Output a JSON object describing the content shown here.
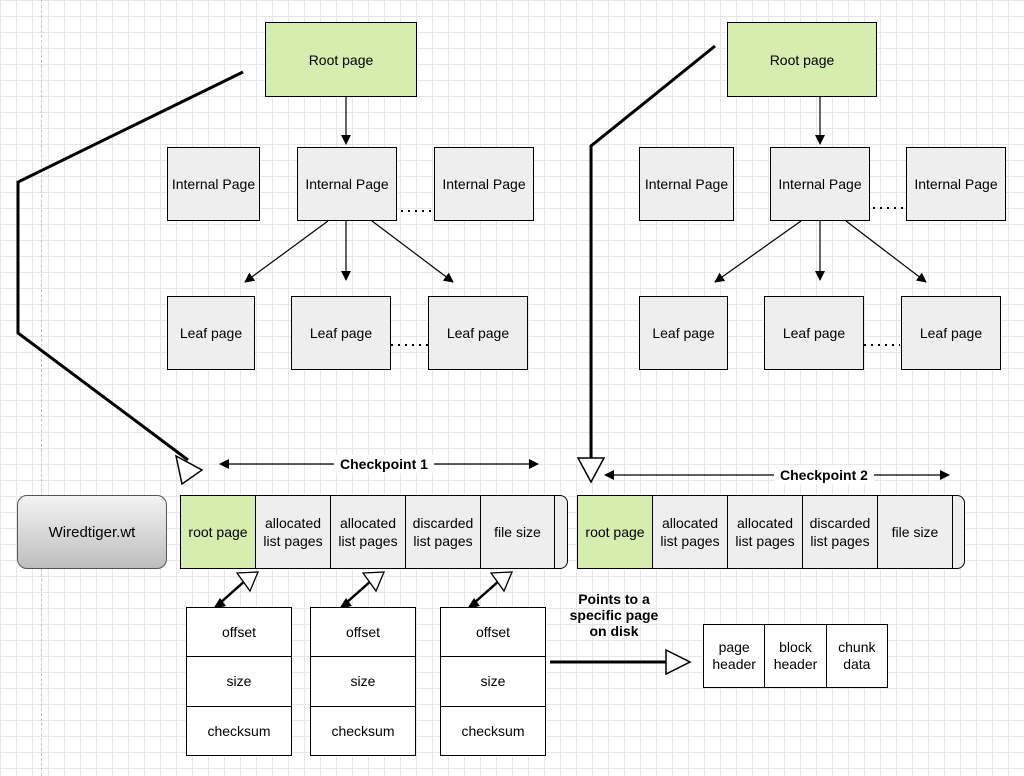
{
  "trees": [
    {
      "root": "Root page",
      "internal": [
        "Internal Page",
        "Internal Page",
        "Internal Page"
      ],
      "leaves": [
        "Leaf page",
        "Leaf page",
        "Leaf page"
      ]
    },
    {
      "root": "Root page",
      "internal": [
        "Internal Page",
        "Internal Page",
        "Internal Page"
      ],
      "leaves": [
        "Leaf page",
        "Leaf page",
        "Leaf page"
      ]
    }
  ],
  "file": {
    "name": "Wiredtiger.wt"
  },
  "checkpoints": [
    {
      "label": "Checkpoint 1",
      "cells": [
        "root page",
        "allocated list pages",
        "allocated list pages",
        "discarded list pages",
        "file size"
      ]
    },
    {
      "label": "Checkpoint 2",
      "cells": [
        "root page",
        "allocated list pages",
        "allocated list pages",
        "discarded list pages",
        "file size"
      ]
    }
  ],
  "address_cookie": {
    "fields": [
      "offset",
      "size",
      "checksum"
    ]
  },
  "points_to": "Points to a specific page on disk",
  "disk_page": {
    "parts": [
      "page header",
      "block header",
      "chunk data"
    ]
  },
  "colors": {
    "highlight": "#d5eeb0",
    "box": "#eeeeee",
    "grid": "#e6e6e6"
  }
}
